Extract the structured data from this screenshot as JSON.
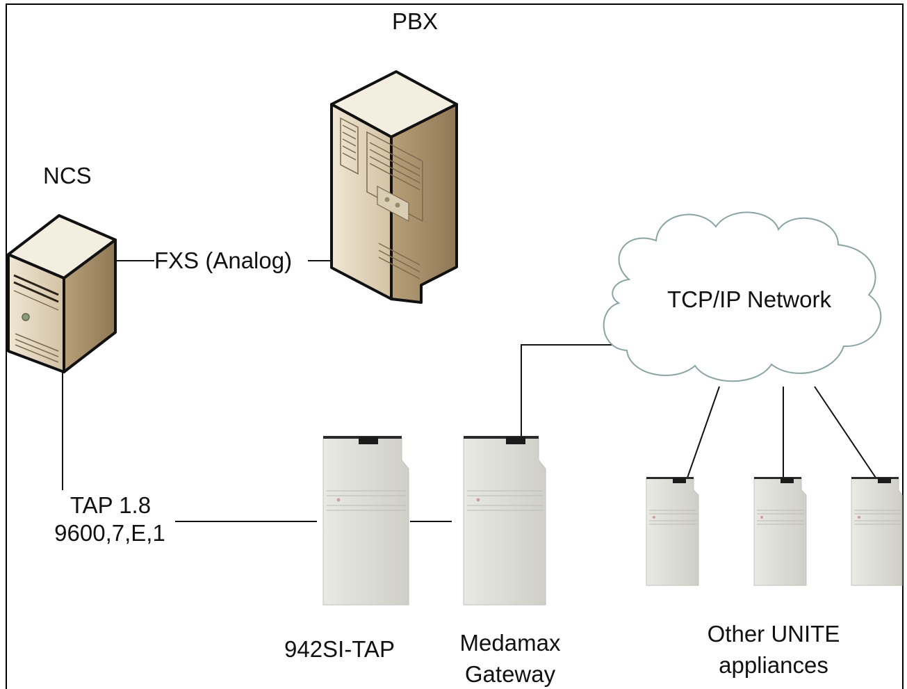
{
  "labels": {
    "pbx": "PBX",
    "ncs": "NCS",
    "fxs_link": "FXS (Analog)",
    "tcpip_network": "TCP/IP Network",
    "tap_protocol": "TAP 1.8",
    "tap_settings": "9600,7,E,1",
    "tap_device": "942SI-TAP",
    "gateway_line1": "Medamax",
    "gateway_line2": "Gateway",
    "other_line1": "Other UNITE",
    "other_line2": "appliances"
  },
  "colors": {
    "server_body": "#d8c8ac",
    "server_outline": "#111111",
    "appliance_body": "#dcdcd6",
    "cloud_outline": "#8aa3a3",
    "line": "#111111"
  }
}
